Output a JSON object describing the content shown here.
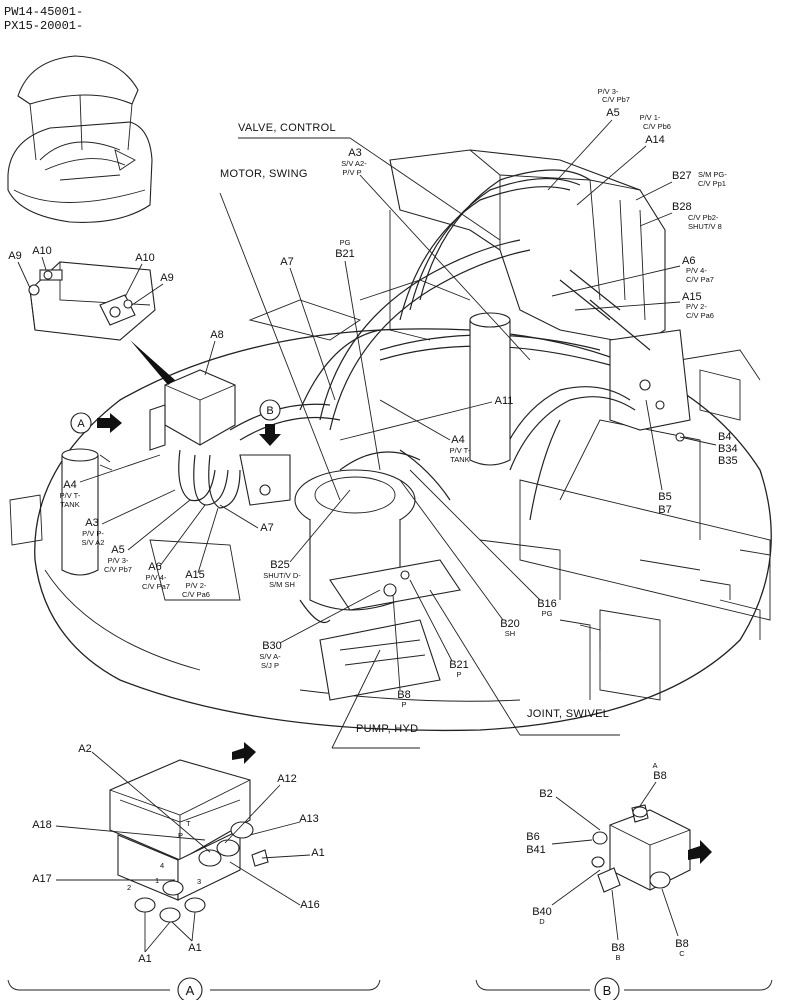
{
  "header": {
    "line1": "PW14-45001-",
    "line2": "PX15-20001-"
  },
  "assemblies": {
    "valve_control": "VALVE, CONTROL",
    "motor_swing": "MOTOR, SWING",
    "pump_hyd": "PUMP, HYD",
    "joint_swivel": "JOINT, SWIVEL"
  },
  "callouts": {
    "a5_sub": "P/V 3-\nC/V Pb7",
    "a5": "A5",
    "a14_sub": "P/V 1-\nC/V Pb6",
    "a14": "A14",
    "b27": "B27",
    "b27_sub": "S/M PG-\nC/V Pp1",
    "b28": "B28",
    "b28_sub": "C/V Pb2-\nSHUT/V 8",
    "a6r": "A6",
    "a6r_sub": "P/V 4-\nC/V Pa7",
    "a15r": "A15",
    "a15r_sub": "P/V 2-\nC/V Pa6",
    "a3t": "A3",
    "a3t_sub": "S/V A2-\nP/V P",
    "b21t_sub": "PG",
    "b21t": "B21",
    "a7t": "A7",
    "a9l": "A9",
    "a10l": "A10",
    "a10r": "A10",
    "a9r": "A9",
    "a8": "A8",
    "a11": "A11",
    "a4r": "A4",
    "a4r_sub": "P/V T-\nTANK",
    "b4": "B4",
    "b34": "B34",
    "b35": "B35",
    "b5": "B5",
    "b7": "B7",
    "a4l": "A4",
    "a4l_sub": "P/V T-\nTANK",
    "a3l": "A3",
    "a3l_sub": "P/V P-\nS/V A2",
    "a5l": "A5",
    "a5l_sub": "P/V 3-\nC/V Pb7",
    "a6l": "A6",
    "a6l_sub": "P/V 4-\nC/V Pa7",
    "a15l": "A15",
    "a15l_sub": "P/V 2-\nC/V Pa6",
    "a7b": "A7",
    "b25": "B25",
    "b25_sub": "SHUT/V D-\nS/M SH",
    "b16": "B16",
    "b16_sub": "PG",
    "b20": "B20",
    "b20_sub": "SH",
    "b30": "B30",
    "b30_sub": "S/V A-\nS/J P",
    "b21b": "B21",
    "b21b_sub": "P",
    "b8m": "B8",
    "b8m_sub": "P",
    "view_a_marker": "A",
    "view_b_marker": "B",
    "a2": "A2",
    "a12": "A12",
    "a13": "A13",
    "a18": "A18",
    "a1r": "A1",
    "a17": "A17",
    "a16": "A16",
    "a1b": "A1",
    "a1c": "A1",
    "p_mark": "P",
    "t_mark": "T",
    "port1": "1",
    "port2": "2",
    "port3": "3",
    "port4": "4",
    "b8a_sub": "A",
    "b8a": "B8",
    "b2": "B2",
    "b6": "B6",
    "b41": "B41",
    "b40": "B40",
    "b40_sub": "D",
    "b8b": "B8",
    "b8b_sub": "B",
    "b8c": "B8",
    "b8c_sub": "C"
  },
  "views": {
    "a": "A",
    "b": "B"
  }
}
